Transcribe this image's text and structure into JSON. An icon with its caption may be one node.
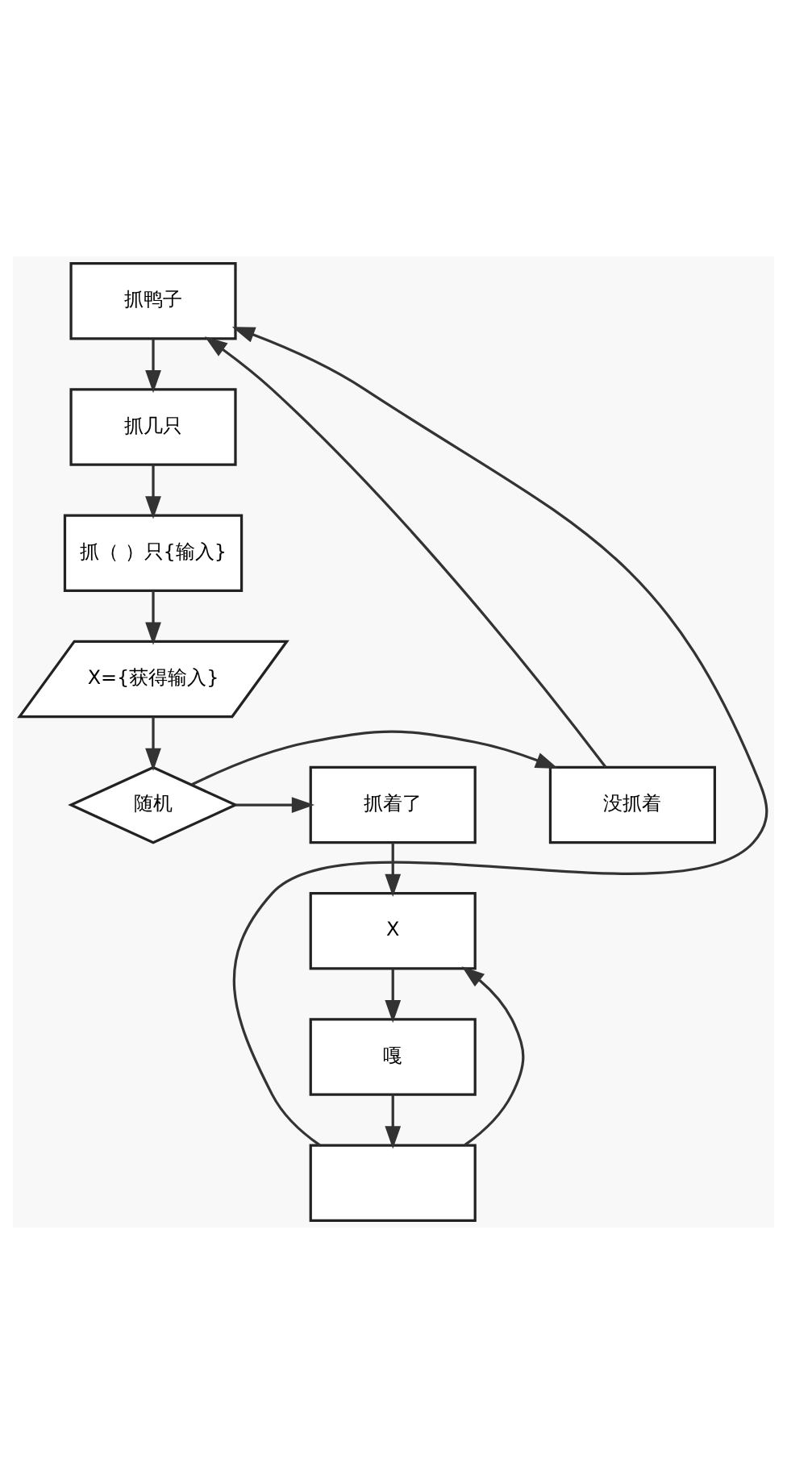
{
  "diagram": {
    "nodes": [
      {
        "text": [
          "抓鸭子"
        ]
      },
      {
        "text": [
          "抓几只"
        ]
      },
      {
        "text": [
          "抓（ ）只{输入}"
        ]
      },
      {
        "text": [
          "X={获得输入}"
        ]
      },
      {
        "text": [
          "随机"
        ]
      },
      {
        "text": [
          "没抓着"
        ]
      },
      {
        "text": [
          "抓着了"
        ]
      },
      {
        "text": [
          "X"
        ]
      },
      {
        "text": [
          "嘎"
        ]
      },
      {
        "text": [],
        "shape": "box"
      }
    ],
    "edges": [
      {
        "from": 0,
        "to": 1,
        "arrow": "to"
      },
      {
        "from": 1,
        "to": 2,
        "arrow": "to"
      },
      {
        "from": 2,
        "to": 3,
        "arrow": "to"
      },
      {
        "from": 3,
        "to": 4,
        "arrow": "to"
      },
      {
        "from": 4,
        "to": 5,
        "arrow": "to"
      },
      {
        "from": 4,
        "to": 6,
        "arrow": "to"
      },
      {
        "from": 5,
        "to": 0,
        "arrow": "to"
      },
      {
        "from": 6,
        "to": 7,
        "arrow": "to"
      },
      {
        "from": 7,
        "to": 8,
        "arrow": "to"
      },
      {
        "from": 8,
        "to": 9,
        "arrow": "to"
      },
      {
        "from": 9,
        "to": 7,
        "arrow": "to"
      },
      {
        "from": 9,
        "to": 0,
        "arrow": "to"
      }
    ]
  }
}
